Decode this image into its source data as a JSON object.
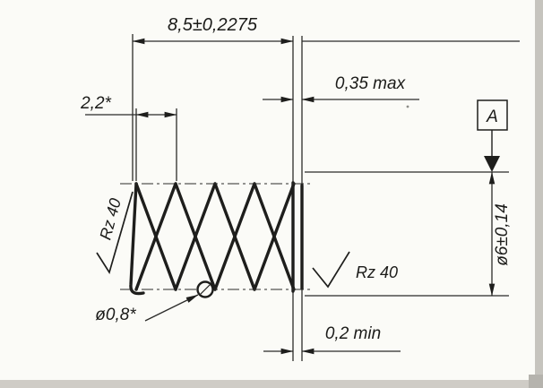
{
  "dims": {
    "free_length": "8,5±0,2275",
    "solid_gap": "0,35 max",
    "pitch": "2,2*",
    "outer_diameter": "ø6±0,14",
    "wire_diameter": "ø0,8*",
    "end_gap": "0,2 min"
  },
  "roughness": {
    "left": "Rz 40",
    "right": "Rz 40"
  },
  "datum": {
    "label": "A"
  },
  "colors": {
    "line": "#1e1e1c",
    "thin_line": "#2b2b29",
    "paper": "#fbfbf7"
  }
}
